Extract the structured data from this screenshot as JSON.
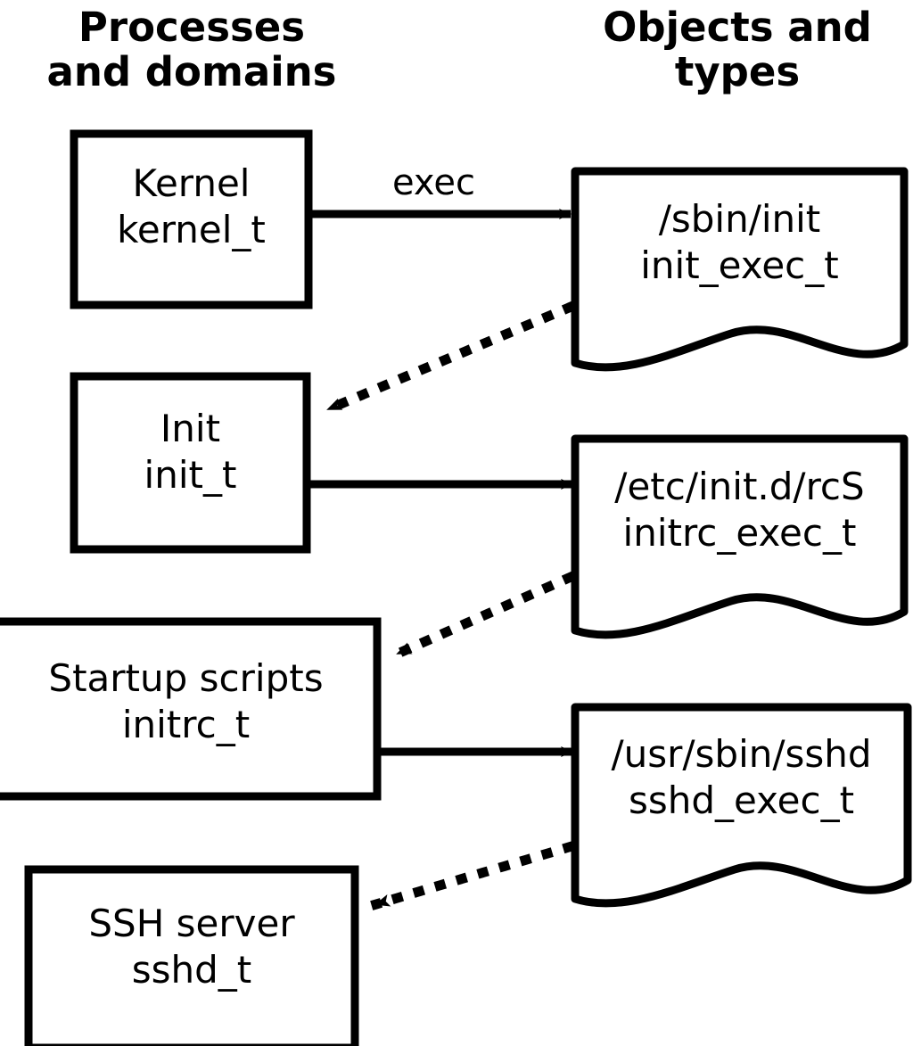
{
  "diagram": {
    "title_left": "Processes\nand domains",
    "title_right": "Objects and\ntypes",
    "stroke_color": "#000000",
    "background_color": "#ffffff",
    "process_nodes": [
      {
        "id": "kernel",
        "line1": "Kernel",
        "line2": "kernel_t"
      },
      {
        "id": "init",
        "line1": "Init",
        "line2": "init_t"
      },
      {
        "id": "initrc",
        "line1": "Startup scripts",
        "line2": "initrc_t"
      },
      {
        "id": "sshd",
        "line1": "SSH server",
        "line2": "sshd_t"
      }
    ],
    "object_nodes": [
      {
        "id": "init_exec",
        "line1": "/sbin/init",
        "line2": "init_exec_t"
      },
      {
        "id": "initrc_exec",
        "line1": "/etc/init.d/rcS",
        "line2": "initrc_exec_t"
      },
      {
        "id": "sshd_exec",
        "line1": "/usr/sbin/sshd",
        "line2": "sshd_exec_t"
      }
    ],
    "edges": [
      {
        "id": "kernel-exec-init_exec",
        "label": "exec",
        "style": "solid",
        "from": "kernel",
        "to": "init_exec"
      },
      {
        "id": "init_exec-transition-init",
        "label": "",
        "style": "dotted",
        "from": "init_exec",
        "to": "init"
      },
      {
        "id": "init-exec-initrc_exec",
        "label": "",
        "style": "solid",
        "from": "init",
        "to": "initrc_exec"
      },
      {
        "id": "initrc_exec-transition-initrc",
        "label": "",
        "style": "dotted",
        "from": "initrc_exec",
        "to": "initrc"
      },
      {
        "id": "initrc-exec-sshd_exec",
        "label": "",
        "style": "solid",
        "from": "initrc",
        "to": "sshd_exec"
      },
      {
        "id": "sshd_exec-transition-sshd",
        "label": "",
        "style": "dotted",
        "from": "sshd_exec",
        "to": "sshd"
      }
    ]
  }
}
